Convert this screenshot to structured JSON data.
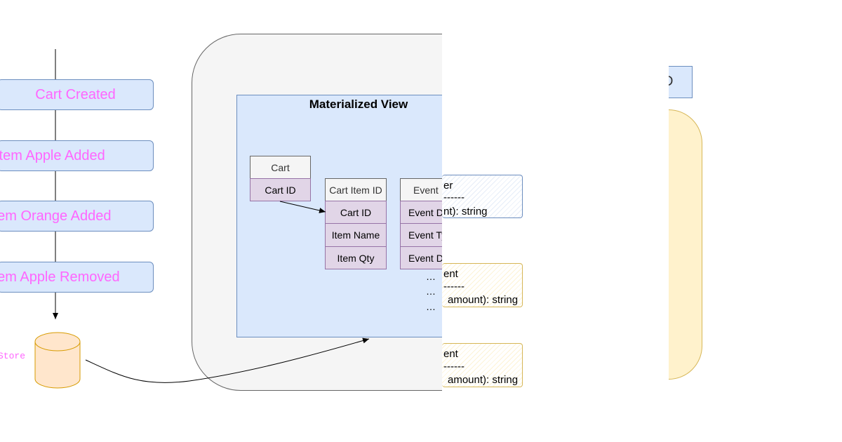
{
  "events": [
    {
      "label": "Cart Created"
    },
    {
      "label": "Item Apple Added"
    },
    {
      "label": "Item Orange Added"
    },
    {
      "label": "Item Apple Removed"
    }
  ],
  "store": {
    "label": "Store"
  },
  "materialized_view": {
    "title": "Materialized View",
    "cart_table": {
      "header": "Cart",
      "rows": [
        "Cart ID"
      ]
    },
    "cart_item_table": {
      "header": "Cart Item ID",
      "rows": [
        "Cart ID",
        "Item Name",
        "Item Qty"
      ]
    },
    "event_table": {
      "header": "Event I",
      "rows": [
        "Event Da",
        "Event Ty",
        "Event Da"
      ]
    },
    "ellipsis": [
      "…",
      "…",
      "…"
    ]
  },
  "notes": [
    {
      "line1": "er",
      "line2": "------",
      "line3": "nt): string"
    },
    {
      "line1": "ent",
      "line2": "------",
      "line3": "amount): string"
    },
    {
      "line1": "ent",
      "line2": "------",
      "line3": "amount): string"
    }
  ],
  "right_top_label": "D",
  "colors": {
    "event_fill": "#dae8fc",
    "event_text": "#ff66ff",
    "store_fill": "#ffe6cc",
    "store_stroke": "#d79b00",
    "table_row_fill": "#e1d5e7",
    "right_panel_fill": "#fff2cc"
  }
}
